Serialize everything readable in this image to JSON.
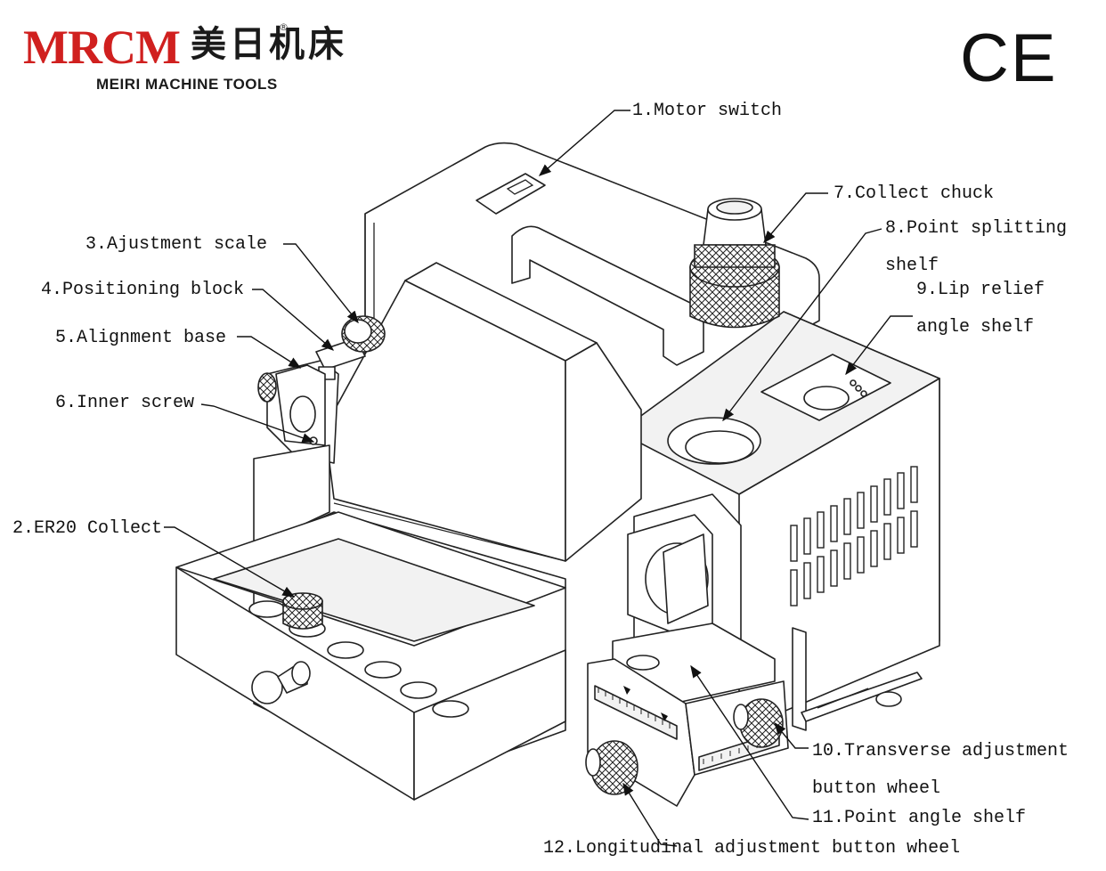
{
  "brand": {
    "logo_mark": "MRCM",
    "logo_cn": "美日机床",
    "registered": "®",
    "logo_en": "MEIRI MACHINE TOOLS",
    "ce_mark": "CE",
    "brand_color": "#d0201f"
  },
  "labels": {
    "motor_switch": "1.Motor switch",
    "er20_collect": "2.ER20 Collect",
    "adjustment_scale": "3.Ajustment scale",
    "positioning_block": "4.Positioning block",
    "alignment_base": "5.Alignment base",
    "inner_screw": "6.Inner screw",
    "collect_chuck": "7.Collect chuck",
    "point_splitting_shelf_1": "8.Point splitting",
    "point_splitting_shelf_2": "shelf",
    "lip_relief_angle_shelf_1": "9.Lip relief",
    "lip_relief_angle_shelf_2": "angle shelf",
    "transverse_adjustment_1": "10.Transverse adjustment",
    "transverse_adjustment_2": "button wheel",
    "point_angle_shelf": "11.Point angle shelf",
    "longitudinal_adjustment": "12.Longitudinal adjustment button wheel"
  }
}
